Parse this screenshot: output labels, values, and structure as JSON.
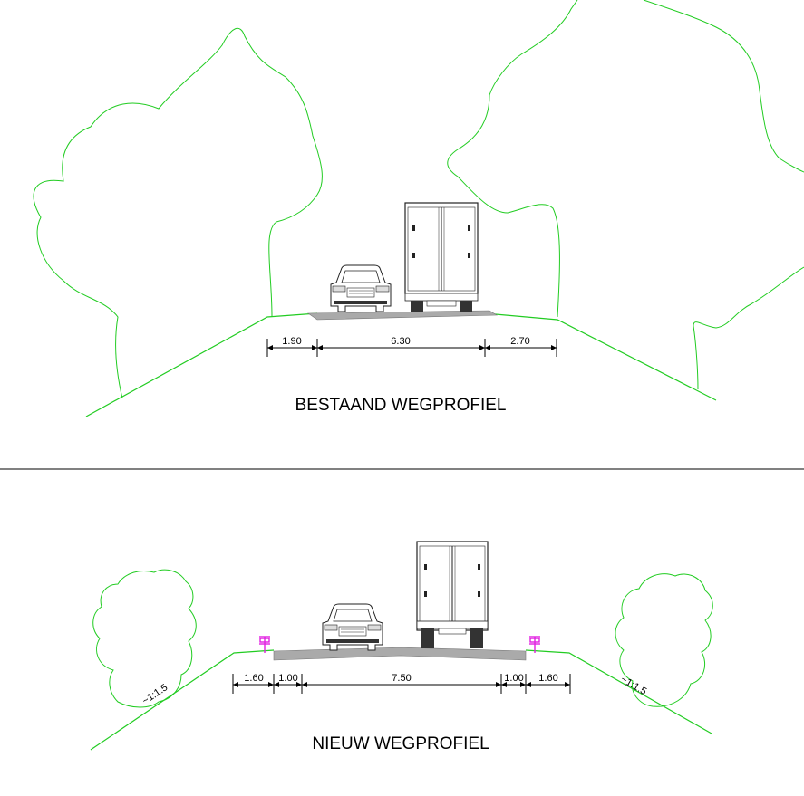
{
  "existing_profile": {
    "title": "BESTAAND WEGPROFIEL",
    "dimensions": [
      "1.90",
      "6.30",
      "2.70"
    ]
  },
  "new_profile": {
    "title": "NIEUW WEGPROFIEL",
    "dimensions": [
      "1.60",
      "1.00",
      "7.50",
      "1.00",
      "1.60"
    ],
    "slope_left": "~1:1.5",
    "slope_right": "~1:1.5"
  },
  "colors": {
    "vegetation": "#22cc22",
    "embankment": "#22cc22",
    "road_surface": "#aaaaaa",
    "guardrail": "#e020e0",
    "line": "#000000"
  }
}
